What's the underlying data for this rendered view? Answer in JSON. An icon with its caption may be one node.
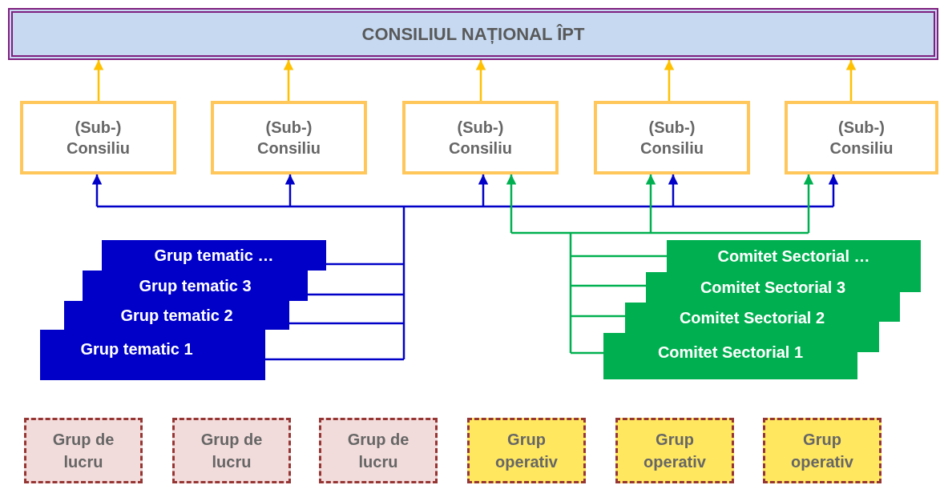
{
  "diagram": {
    "nodes": [
      {
        "text": [
          "CONSILIUL NAȚIONAL ÎPT"
        ]
      },
      {
        "text": [
          "(Sub-) Consiliu"
        ]
      },
      {
        "text": [
          "(Sub-) Consiliu"
        ]
      },
      {
        "text": [
          "(Sub-) Consiliu"
        ]
      },
      {
        "text": [
          "(Sub-) Consiliu"
        ]
      },
      {
        "text": [
          "(Sub-) Consiliu"
        ]
      },
      {
        "text": [
          "Grup tematic …"
        ]
      },
      {
        "text": [
          "Grup tematic 3"
        ]
      },
      {
        "text": [
          "Grup tematic 2"
        ]
      },
      {
        "text": [
          "Grup tematic 1"
        ]
      },
      {
        "text": [
          "Comitet Sectorial …"
        ]
      },
      {
        "text": [
          "Comitet Sectorial 3"
        ]
      },
      {
        "text": [
          "Comitet Sectorial 2"
        ]
      },
      {
        "text": [
          "Comitet Sectorial 1"
        ]
      },
      {
        "text": [
          "Grup de lucru"
        ]
      },
      {
        "text": [
          "Grup de lucru"
        ]
      },
      {
        "text": [
          "Grup de lucru"
        ]
      },
      {
        "text": [
          "Grup operativ"
        ]
      },
      {
        "text": [
          "Grup operativ"
        ]
      },
      {
        "text": [
          "Grup operativ"
        ]
      }
    ],
    "edges": [
      {
        "from": 1,
        "to": 0,
        "arrow": "to",
        "color": "#ffc000"
      },
      {
        "from": 2,
        "to": 0,
        "arrow": "to",
        "color": "#ffc000"
      },
      {
        "from": 3,
        "to": 0,
        "arrow": "to",
        "color": "#ffc000"
      },
      {
        "from": 4,
        "to": 0,
        "arrow": "to",
        "color": "#ffc000"
      },
      {
        "from": 5,
        "to": 0,
        "arrow": "to",
        "color": "#ffc000"
      },
      {
        "from": 6,
        "to": 1,
        "arrow": "to"
      },
      {
        "from": 6,
        "to": 2,
        "arrow": "to"
      },
      {
        "from": 6,
        "to": 3,
        "arrow": "to"
      },
      {
        "from": 6,
        "to": 4,
        "arrow": "to"
      },
      {
        "from": 6,
        "to": 5,
        "arrow": "to"
      },
      {
        "from": 7,
        "to": 1,
        "arrow": "to"
      },
      {
        "from": 7,
        "to": 2,
        "arrow": "to"
      },
      {
        "from": 7,
        "to": 3,
        "arrow": "to"
      },
      {
        "from": 7,
        "to": 4,
        "arrow": "to"
      },
      {
        "from": 7,
        "to": 5,
        "arrow": "to"
      },
      {
        "from": 8,
        "to": 1,
        "arrow": "to"
      },
      {
        "from": 8,
        "to": 2,
        "arrow": "to"
      },
      {
        "from": 8,
        "to": 3,
        "arrow": "to"
      },
      {
        "from": 8,
        "to": 4,
        "arrow": "to"
      },
      {
        "from": 8,
        "to": 5,
        "arrow": "to"
      },
      {
        "from": 9,
        "to": 1,
        "arrow": "to"
      },
      {
        "from": 9,
        "to": 2,
        "arrow": "to"
      },
      {
        "from": 9,
        "to": 3,
        "arrow": "to"
      },
      {
        "from": 9,
        "to": 4,
        "arrow": "to"
      },
      {
        "from": 9,
        "to": 5,
        "arrow": "to"
      },
      {
        "from": 10,
        "to": 3,
        "arrow": "to",
        "color": "#00b050"
      },
      {
        "from": 10,
        "to": 4,
        "arrow": "to",
        "color": "#00b050"
      },
      {
        "from": 10,
        "to": 5,
        "arrow": "to",
        "color": "#00b050"
      },
      {
        "from": 11,
        "to": 3,
        "arrow": "to",
        "color": "#00b050"
      },
      {
        "from": 11,
        "to": 4,
        "arrow": "to",
        "color": "#00b050"
      },
      {
        "from": 11,
        "to": 5,
        "arrow": "to",
        "color": "#00b050"
      },
      {
        "from": 12,
        "to": 3,
        "arrow": "to",
        "color": "#00b050"
      },
      {
        "from": 12,
        "to": 4,
        "arrow": "to",
        "color": "#00b050"
      },
      {
        "from": 12,
        "to": 5,
        "arrow": "to",
        "color": "#00b050"
      },
      {
        "from": 13,
        "to": 3,
        "arrow": "to",
        "color": "#00b050"
      },
      {
        "from": 13,
        "to": 4,
        "arrow": "to",
        "color": "#00b050"
      },
      {
        "from": 13,
        "to": 5,
        "arrow": "to",
        "color": "#00b050"
      }
    ]
  }
}
